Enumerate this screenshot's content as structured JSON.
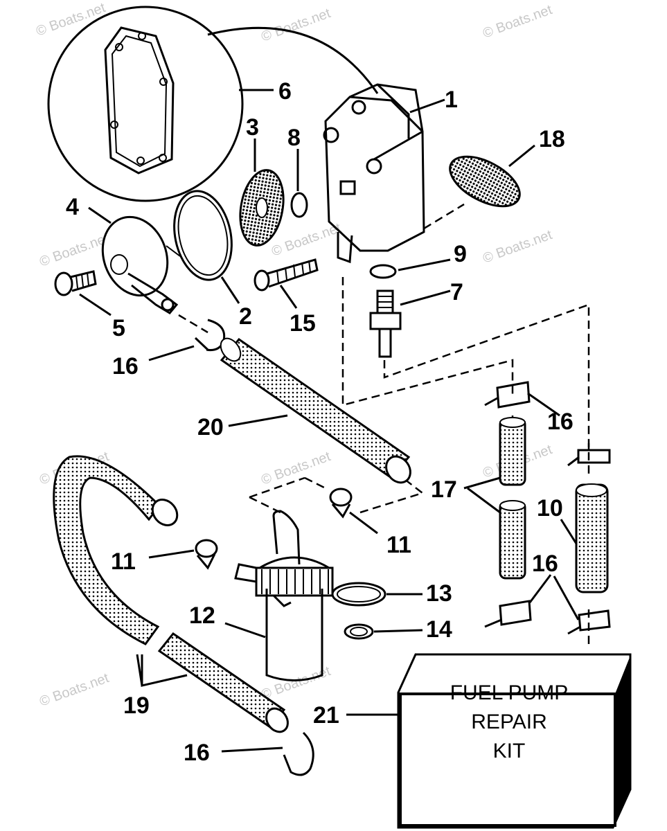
{
  "watermark": "© Boats.net",
  "callouts": {
    "c1": "1",
    "c2": "2",
    "c3": "3",
    "c4": "4",
    "c5": "5",
    "c6": "6",
    "c7": "7",
    "c8": "8",
    "c9": "9",
    "c10": "10",
    "c11a": "11",
    "c11b": "11",
    "c12": "12",
    "c13": "13",
    "c14": "14",
    "c15": "15",
    "c16a": "16",
    "c16b": "16",
    "c16c": "16",
    "c16d": "16",
    "c17": "17",
    "c18": "18",
    "c19": "19",
    "c20": "20",
    "c21": "21"
  },
  "kit_box": {
    "line1": "FUEL PUMP",
    "line2": "REPAIR",
    "line3": "KIT"
  }
}
